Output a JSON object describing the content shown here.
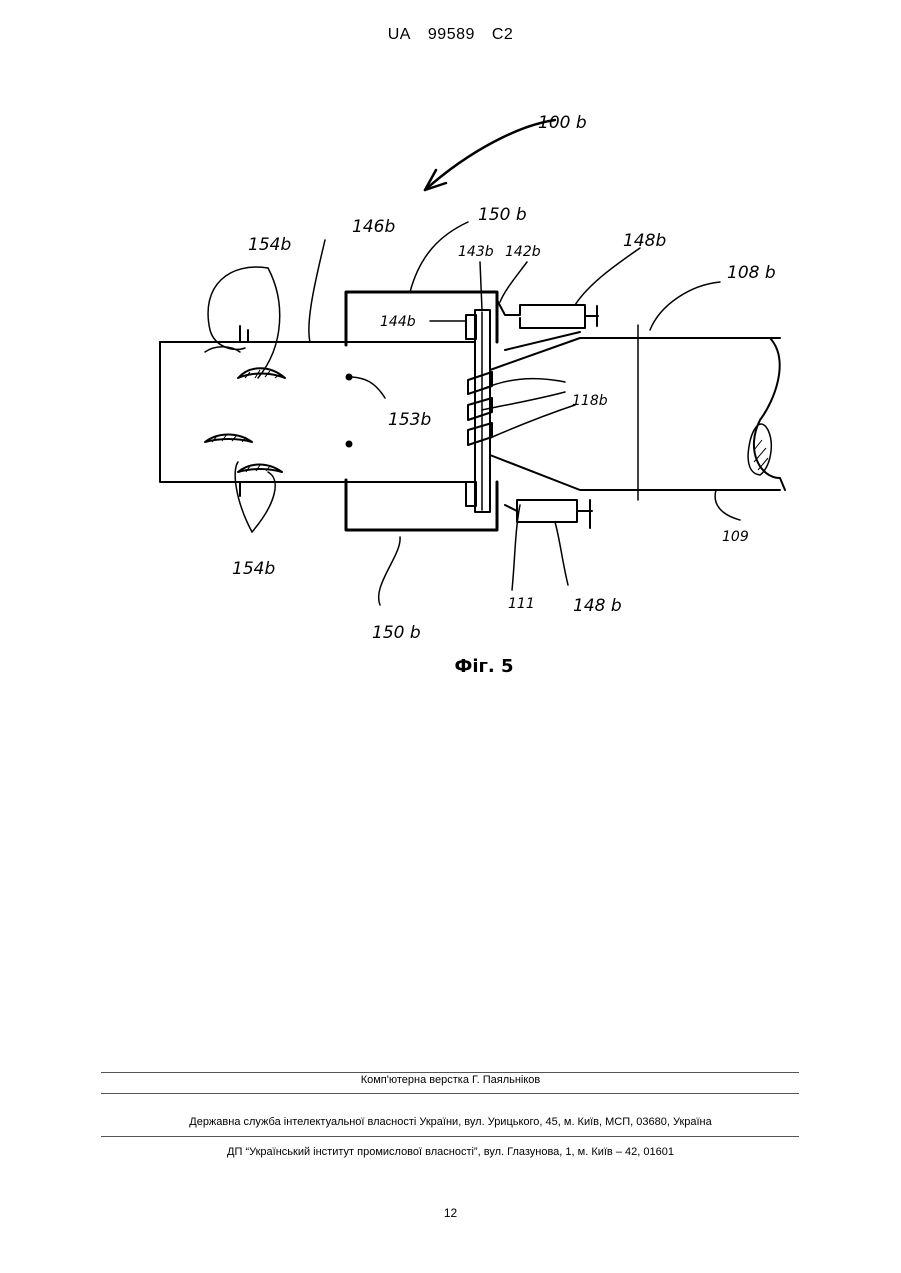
{
  "header": {
    "country": "UA",
    "number": "99589",
    "kind": "C2"
  },
  "figure": {
    "caption": "Фіг. 5",
    "labels": {
      "l100b": "100 b",
      "l146b": "146b",
      "l150b_top": "150  b",
      "l154b_top": "154b",
      "l143b": "143b",
      "l142b": "142b",
      "l148b_top": "148b",
      "l108b": "108 b",
      "l144b": "144b",
      "l153b": "153b",
      "l118b": "118b",
      "l109": "109",
      "l154b_bottom": "154b",
      "l111": "111",
      "l148b_bottom": "148 b",
      "l150b_bottom": "150 b"
    }
  },
  "footer": {
    "layout": "Комп'ютерна верстка Г. Паяльніков",
    "office": "Державна служба інтелектуальної власності України, вул. Урицького, 45, м. Київ, МСП, 03680, Україна",
    "institute": "ДП “Український інститут промислової власності”, вул. Глазунова, 1, м. Київ – 42, 01601"
  },
  "page_number": "12"
}
